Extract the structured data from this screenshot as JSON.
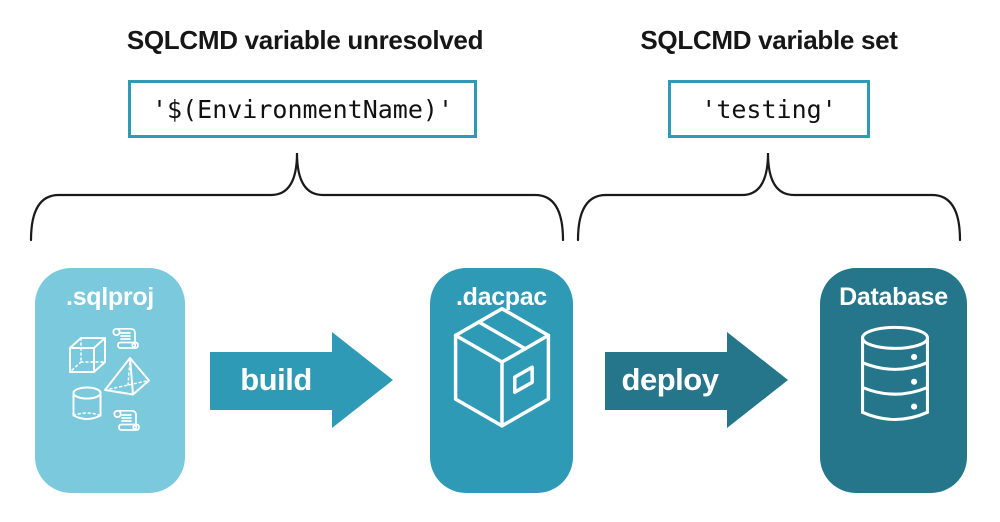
{
  "annotations": {
    "unresolved": {
      "heading": "SQLCMD variable unresolved",
      "code": "'$(EnvironmentName)'"
    },
    "set": {
      "heading": "SQLCMD variable set",
      "code": "'testing'"
    }
  },
  "pipeline": {
    "sqlproj": {
      "label": ".sqlproj",
      "icons": [
        "scroll-icon",
        "cube-icon",
        "pyramid-icon",
        "cylinder-icon",
        "scroll-icon"
      ]
    },
    "build": {
      "label": "build"
    },
    "dacpac": {
      "label": ".dacpac",
      "icons": [
        "package-icon"
      ]
    },
    "deploy": {
      "label": "deploy"
    },
    "database": {
      "label": "Database",
      "icons": [
        "database-cylinder-icon"
      ]
    }
  },
  "colors": {
    "sqlproj_fill": "#7bc9dc",
    "dacpac_fill": "#2e9ab5",
    "database_fill": "#25768b",
    "build_arrow_fill": "#2e9ab5",
    "deploy_arrow_fill": "#25768b",
    "code_box_border": "#2e9ab5",
    "brace_stroke": "#1a1a1a",
    "heading_text": "#161616",
    "icon_stroke": "#ffffff"
  }
}
